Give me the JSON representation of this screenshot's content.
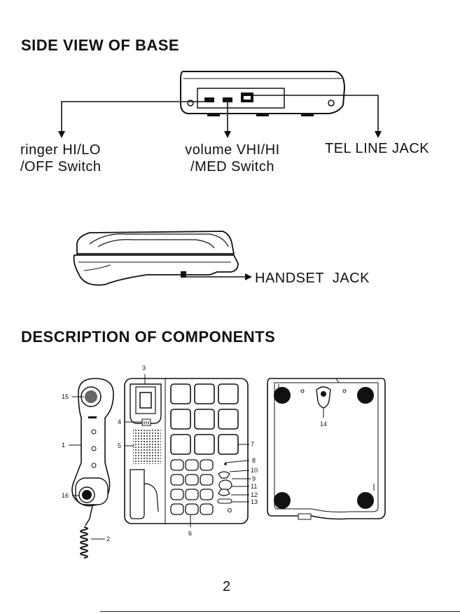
{
  "headings": {
    "side_view": "SIDE VIEW OF BASE",
    "components": "DESCRIPTION OF COMPONENTS"
  },
  "side_view": {
    "ringer_line1": "ringer HI/LO",
    "ringer_line2": "/OFF Switch",
    "volume_line1": "volume VHI/HI",
    "volume_line2": "/MED Switch",
    "tel_line": "TEL LINE JACK"
  },
  "handset_jack": "HANDSET  JACK",
  "callouts": {
    "c1": "1",
    "c2": "2",
    "c3": "3",
    "c4": "4",
    "c5": "5",
    "c6": "6",
    "c7": "7",
    "c8": "8",
    "c9": "9",
    "c10": "10",
    "c11": "11",
    "c12": "12",
    "c13": "13",
    "c14": "14",
    "c15": "15",
    "c16": "16"
  },
  "page_number": "2"
}
